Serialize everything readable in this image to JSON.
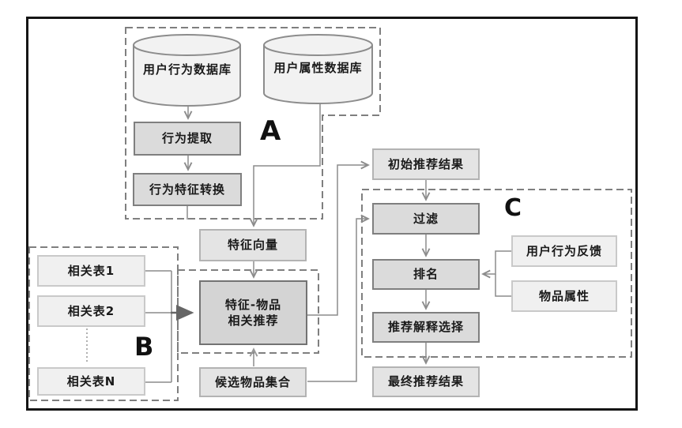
{
  "palette": {
    "frame_border": "#151515",
    "dashed_border": "#7f7f7f",
    "connector_line": "#8c8c8c",
    "thick_arrow": "#666666",
    "cylinder_fill": "#f2f2f2",
    "box_heavy_fill": "#dbdbdb",
    "box_core_fill": "#d4d4d4",
    "box_mid_fill": "#e4e4e4",
    "box_light_fill": "#f0f0f0"
  },
  "section_labels": {
    "a": "A",
    "b": "B",
    "c": "C"
  },
  "nodes": {
    "user_behavior_db": "用户行为数据库",
    "user_attribute_db": "用户属性数据库",
    "behavior_extraction": "行为提取",
    "behavior_feature_conversion": "行为特征转换",
    "feature_vector": "特征向量",
    "related_table_1": "相关表1",
    "related_table_2": "相关表2",
    "related_table_n": "相关表N",
    "feature_item_rec_line1": "特征-物品",
    "feature_item_rec_line2": "相关推荐",
    "candidate_item_set": "候选物品集合",
    "initial_rec_results": "初始推荐结果",
    "filter": "过滤",
    "ranking": "排名",
    "rec_explanation_selection": "推荐解释选择",
    "final_rec_results": "最终推荐结果",
    "user_behavior_feedback": "用户行为反馈",
    "item_attributes": "物品属性"
  }
}
